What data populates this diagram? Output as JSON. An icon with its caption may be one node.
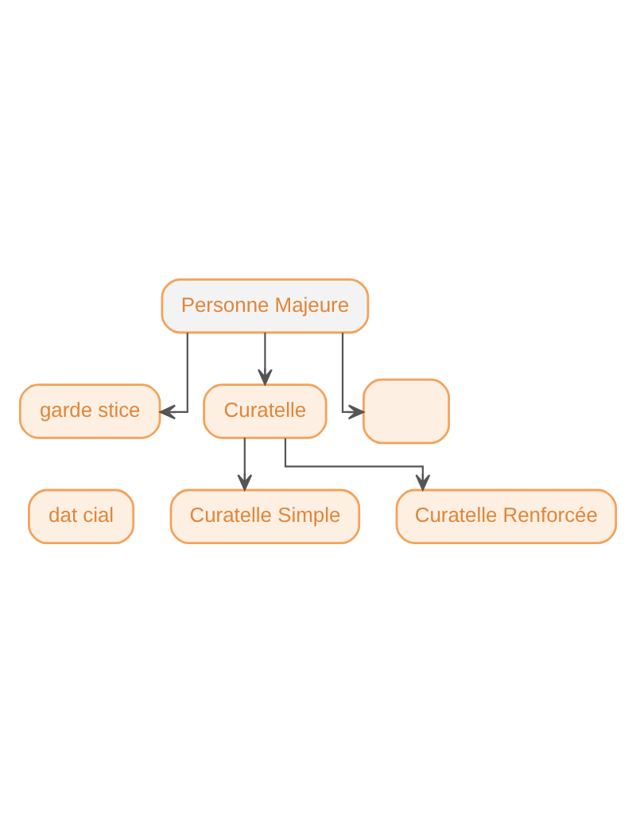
{
  "diagram": {
    "nodes": [
      {
        "text": [
          "Personne Majeure"
        ]
      },
      {
        "text": [
          "garde stice"
        ]
      },
      {
        "text": [
          "Curatelle"
        ]
      },
      {
        "text": [],
        "shape": "box"
      },
      {
        "text": [
          "dat cial"
        ]
      },
      {
        "text": [
          "Curatelle Simple"
        ]
      },
      {
        "text": [
          "Curatelle Renforcée"
        ]
      }
    ],
    "edges": [
      {
        "from": 0,
        "to": 1,
        "arrow": "to"
      },
      {
        "from": 0,
        "to": 2,
        "arrow": "to"
      },
      {
        "from": 0,
        "to": 3,
        "arrow": "to"
      },
      {
        "from": 2,
        "to": 5,
        "arrow": "to"
      },
      {
        "from": 2,
        "to": 6,
        "arrow": "to"
      }
    ]
  }
}
